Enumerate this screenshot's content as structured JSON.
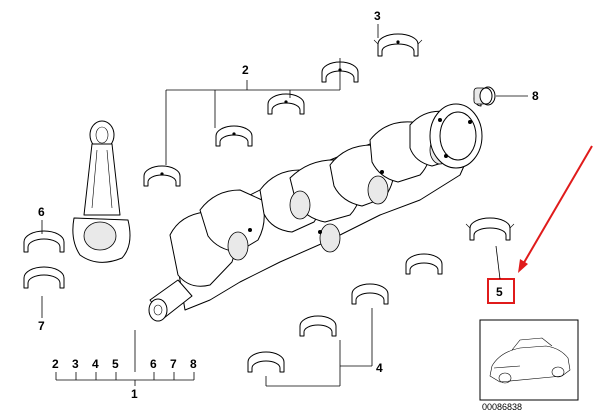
{
  "callouts": {
    "c1": "1",
    "c2": "2",
    "c3": "3",
    "c4": "4",
    "c5": "5",
    "c6": "6",
    "c7": "7",
    "c8": "8"
  },
  "legend": [
    "2",
    "3",
    "4",
    "5",
    "6",
    "7",
    "8"
  ],
  "reference_number": "00086838",
  "colors": {
    "highlight": "#e01b1b",
    "ink": "#000000"
  }
}
